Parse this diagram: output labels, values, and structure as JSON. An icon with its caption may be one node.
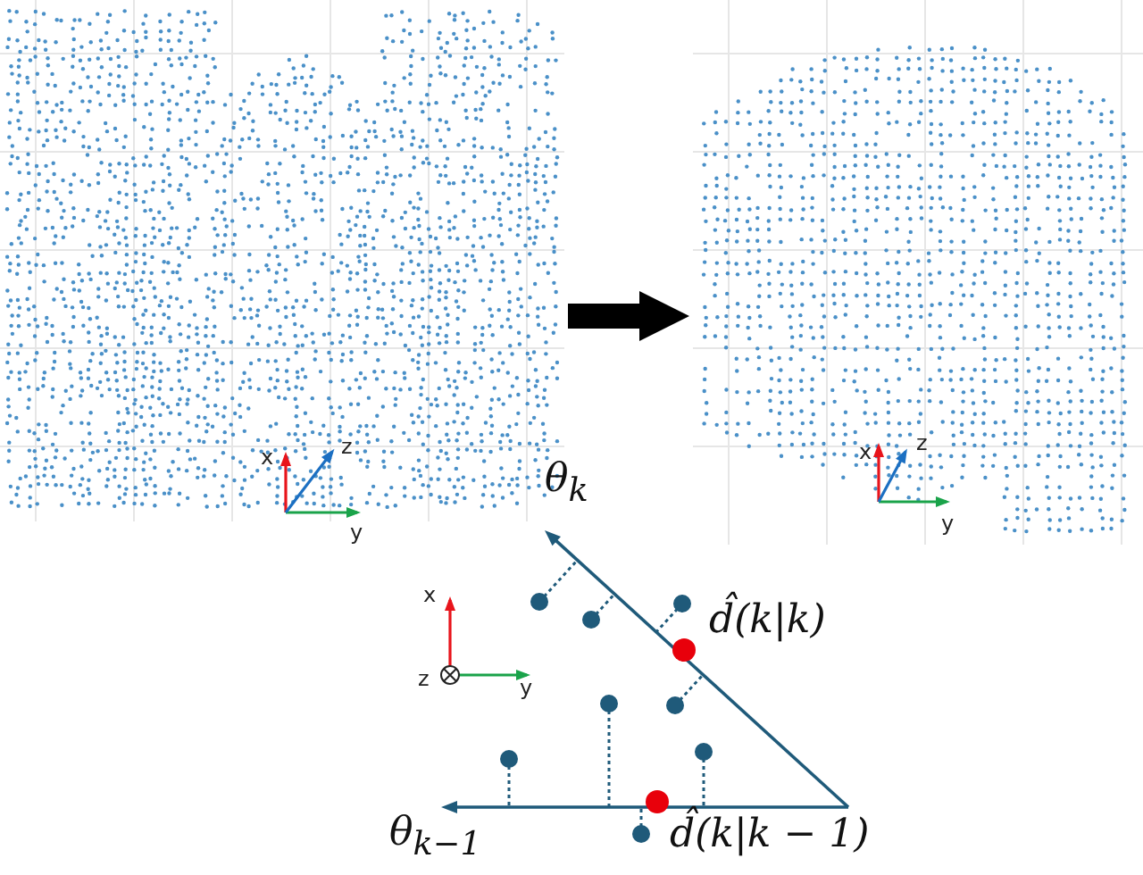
{
  "diagram": {
    "nodes": [
      {
        "text": [],
        "shape": "picture"
      },
      {
        "text": [],
        "shape": "picture"
      }
    ],
    "edges": [
      {
        "from": 0,
        "to": 1,
        "arrow": "to"
      }
    ],
    "labels": [
      "x",
      "z",
      "y",
      "x",
      "z",
      "y",
      "θ$_{k}$",
      "x",
      "d̂(k|k)",
      "z",
      "y",
      "θ$_{k−1}$",
      "d̂(k|k − 1)"
    ]
  }
}
